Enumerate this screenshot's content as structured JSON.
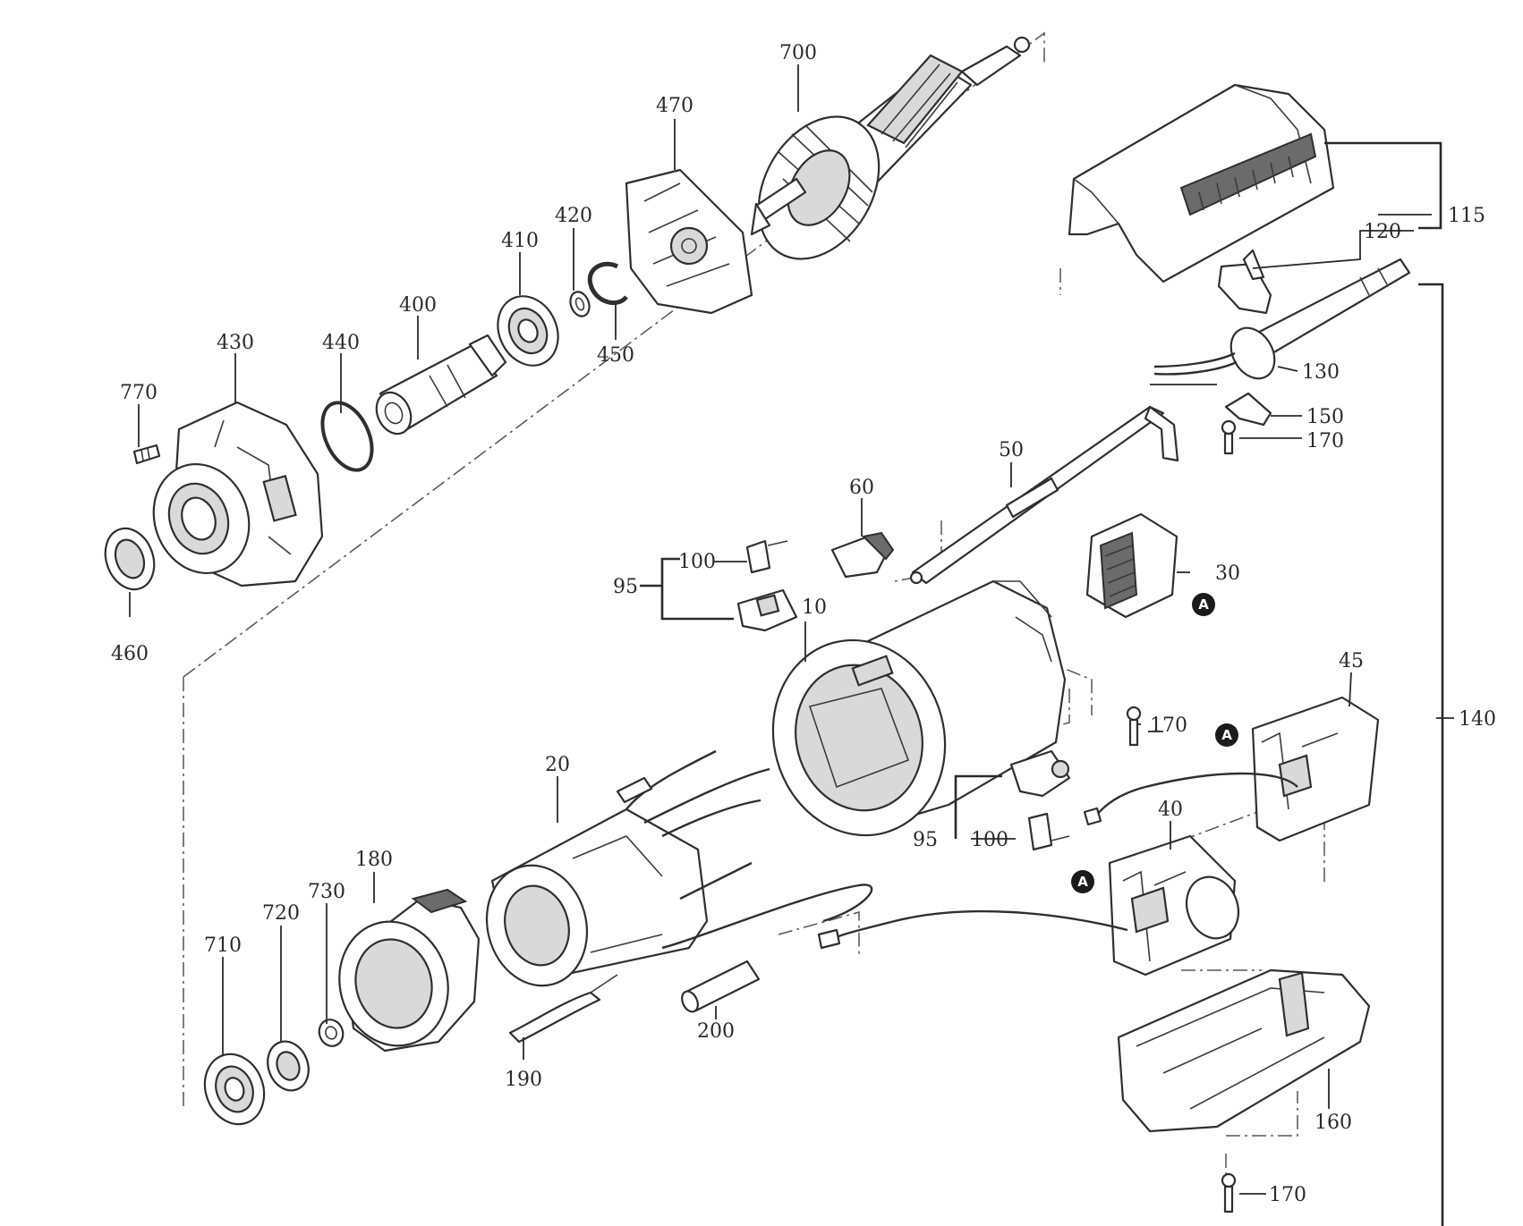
{
  "callouts": {
    "c700": "700",
    "c470": "470",
    "c420": "420",
    "c410": "410",
    "c400": "400",
    "c450": "450",
    "c430": "430",
    "c440": "440",
    "c770": "770",
    "c460": "460",
    "c115": "115",
    "c120": "120",
    "c130": "130",
    "c150": "150",
    "c170a": "170",
    "c50": "50",
    "c60": "60",
    "c100a": "100",
    "c95a": "95",
    "c10": "10",
    "c30": "30",
    "c170b": "170",
    "c45": "45",
    "c140": "140",
    "c20": "20",
    "c95b": "95",
    "c100b": "100",
    "c40": "40",
    "c180": "180",
    "c730": "730",
    "c720": "720",
    "c710": "710",
    "c190": "190",
    "c200": "200",
    "c160": "160",
    "c170c": "170"
  },
  "markers": {
    "label": "A"
  },
  "icons": {
    "connection_marker": "circled-a-marker",
    "screw": "screw-icon"
  }
}
